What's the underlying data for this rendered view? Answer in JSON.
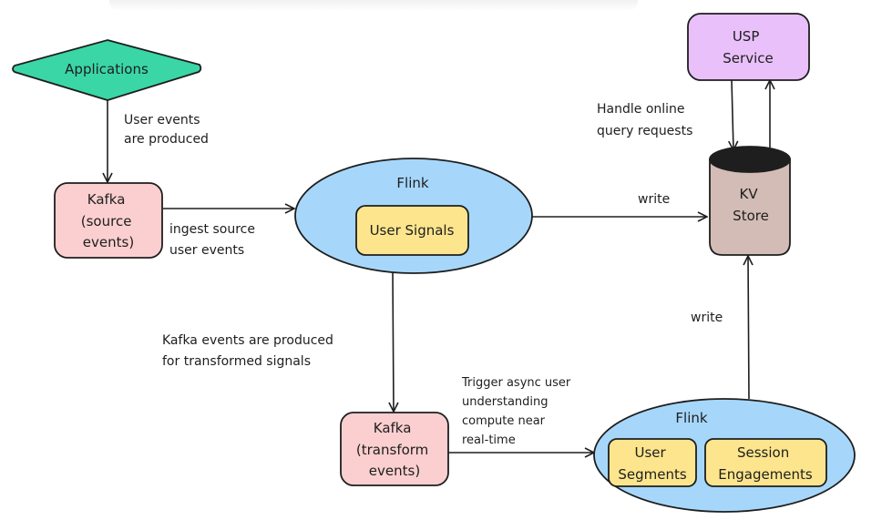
{
  "diagram": {
    "nodes": {
      "applications": {
        "label": "Applications",
        "fill": "#3ad6a6"
      },
      "kafka_source": {
        "lines": [
          "Kafka",
          "(source",
          "events)"
        ],
        "fill": "#fbcfd0"
      },
      "flink_top": {
        "title": "Flink",
        "fill": "#a6d7fb",
        "inner": [
          {
            "label": "User Signals",
            "fill": "#fde58d"
          }
        ]
      },
      "kv_store": {
        "lines": [
          "KV",
          "Store"
        ],
        "fill": "#d2bcb5",
        "cap_fill": "#1e1e1e"
      },
      "usp_service": {
        "lines": [
          "USP",
          "Service"
        ],
        "fill": "#e9c0fa"
      },
      "kafka_transform": {
        "lines": [
          "Kafka",
          "(transform",
          "events)"
        ],
        "fill": "#fbcfd0"
      },
      "flink_bottom": {
        "title": "Flink",
        "fill": "#a6d7fb",
        "inner": [
          {
            "lines": [
              "User",
              "Segments"
            ],
            "fill": "#fde58d"
          },
          {
            "lines": [
              "Session",
              "Engagements"
            ],
            "fill": "#fde58d"
          }
        ]
      }
    },
    "edge_labels": {
      "user_events": [
        "User events",
        "are produced"
      ],
      "ingest": [
        "ingest source",
        "user events"
      ],
      "write_top": [
        "write"
      ],
      "handle_queries": [
        "Handle online",
        "query requests"
      ],
      "kafka_produced": [
        "Kafka events are produced",
        "for transformed signals"
      ],
      "trigger": [
        "Trigger async user",
        "understanding",
        "compute near",
        "real-time"
      ],
      "write_bottom": [
        "write"
      ]
    }
  }
}
